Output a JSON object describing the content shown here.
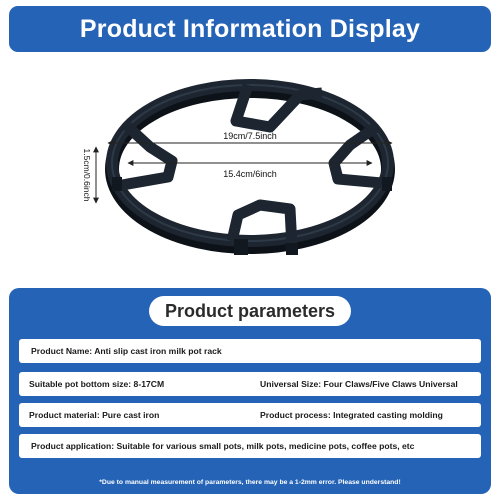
{
  "header": {
    "title": "Product Information Display"
  },
  "image": {
    "dimension_outer": "19cm/7.5inch",
    "dimension_inner": "15.4cm/6inch",
    "dimension_height": "1.5cm/0.6inch",
    "rack_color": "#1c2530"
  },
  "params": {
    "title": "Product parameters",
    "product_name": "Product Name: Anti slip cast iron milk pot rack",
    "pot_bottom_size": "Suitable pot bottom size: 8-17CM",
    "universal_size": "Universal Size: Four Claws/Five Claws Universal",
    "material": "Product material: Pure cast iron",
    "process": "Product process: Integrated casting molding",
    "application": "Product application: Suitable for various small pots, milk pots, medicine pots, coffee pots, etc",
    "footnote": "*Due to manual measurement of parameters, there may be a 1-2mm error. Please understand!"
  },
  "colors": {
    "brand_blue": "#2563b6",
    "white": "#ffffff"
  }
}
